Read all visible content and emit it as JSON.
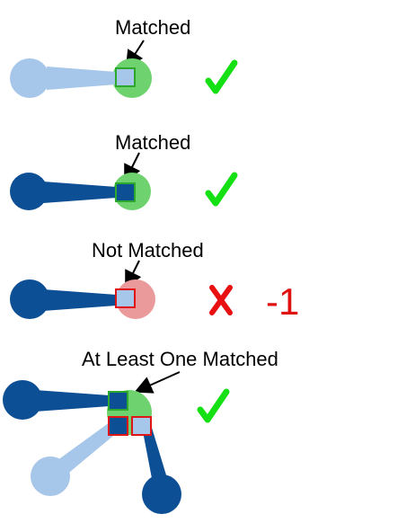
{
  "colors": {
    "light_blue": "#a7c7ea",
    "dark_blue": "#0d4f95",
    "green_circle": "#6ed36e",
    "red_circle": "#ea9a9a",
    "green_border": "#2ca82c",
    "red_border": "#e01616",
    "check_green": "#14e014",
    "cross_red": "#e81010"
  },
  "rows": [
    {
      "label": "Matched",
      "result_icon": "check-icon",
      "result": "matched"
    },
    {
      "label": "Matched",
      "result_icon": "check-icon",
      "result": "matched"
    },
    {
      "label": "Not Matched",
      "result_icon": "cross-icon",
      "result": "not-matched",
      "score": "-1"
    },
    {
      "label": "At Least One Matched",
      "result_icon": "check-icon",
      "result": "matched"
    }
  ]
}
